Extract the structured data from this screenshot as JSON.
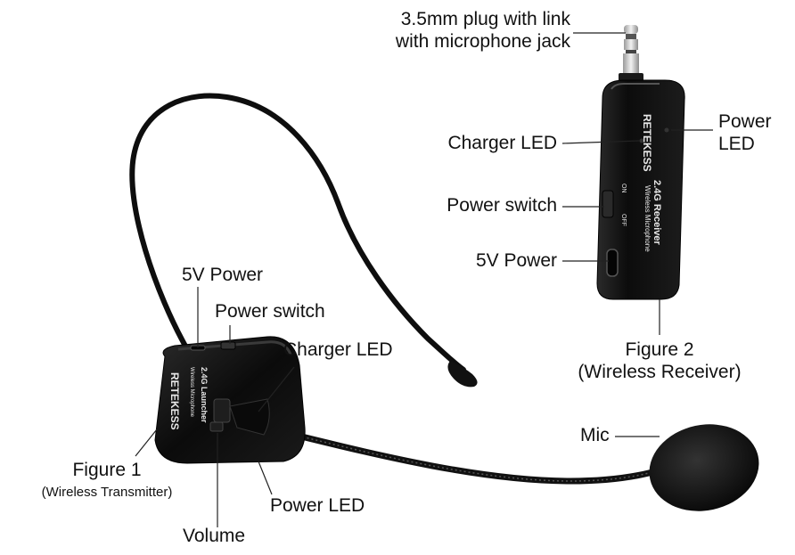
{
  "receiver": {
    "plug_label_line1": "3.5mm plug with link",
    "plug_label_line2": "with microphone jack",
    "charger_led": "Charger LED",
    "power_led_line1": "Power",
    "power_led_line2": "LED",
    "power_switch": "Power switch",
    "power_5v": "5V Power",
    "figure_title": "Figure 2",
    "figure_caption": "(Wireless Receiver)",
    "brand": "RETEKESS",
    "model": "2.4G Receiver",
    "model_sub": "Wireless Microphone",
    "switch_on": "ON",
    "switch_off": "OFF"
  },
  "transmitter": {
    "power_5v": "5V Power",
    "power_switch": "Power switch",
    "charger_led": "Charger LED",
    "mic": "Mic",
    "figure_title": "Figure 1",
    "figure_caption": "(Wireless  Transmitter)",
    "power_led": "Power LED",
    "volume": "Volume",
    "brand": "RETEKESS",
    "model": "2.4G Launcher",
    "model_sub": "Wireless Microphone"
  },
  "colors": {
    "device_body": "#111111",
    "leader_line": "#222222",
    "foam": "#1a1a1a"
  }
}
